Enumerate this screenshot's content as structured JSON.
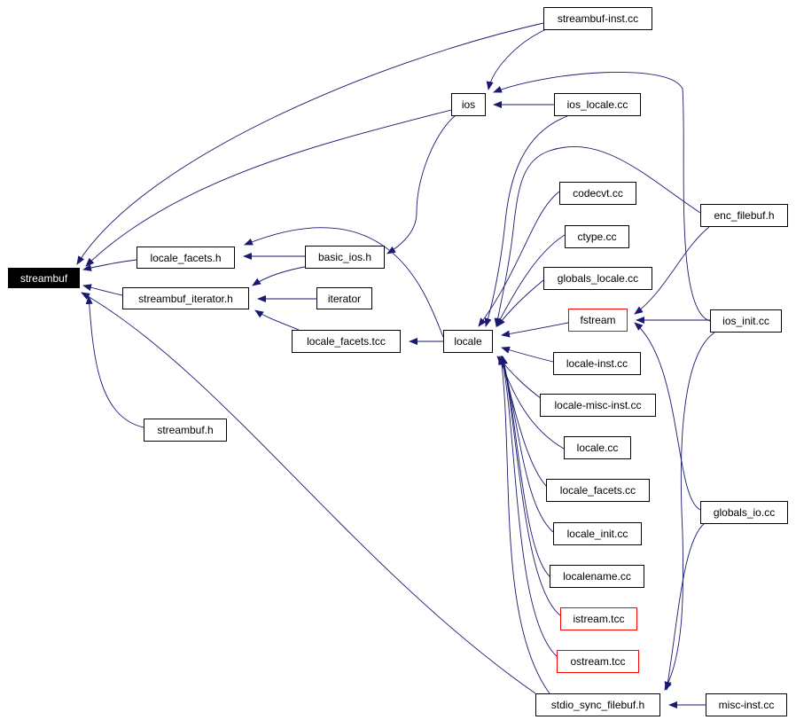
{
  "graph": {
    "edge_color": "#191970",
    "colors": {
      "linked_border": "#000000",
      "incomplete_border": "#ff0000",
      "root_fill": "#000000",
      "root_text": "#ffffff"
    },
    "nodes": [
      {
        "id": "streambuf",
        "label": "streambuf",
        "style": "root"
      },
      {
        "id": "locale_facets_h",
        "label": "locale_facets.h",
        "style": "normal"
      },
      {
        "id": "streambuf_iterator_h",
        "label": "streambuf_iterator.h",
        "style": "normal"
      },
      {
        "id": "streambuf_h",
        "label": "streambuf.h",
        "style": "normal"
      },
      {
        "id": "basic_ios_h",
        "label": "basic_ios.h",
        "style": "normal"
      },
      {
        "id": "iterator",
        "label": "iterator",
        "style": "normal"
      },
      {
        "id": "locale_facets_tcc",
        "label": "locale_facets.tcc",
        "style": "normal"
      },
      {
        "id": "ios",
        "label": "ios",
        "style": "normal"
      },
      {
        "id": "locale",
        "label": "locale",
        "style": "normal"
      },
      {
        "id": "streambuf_inst_cc",
        "label": "streambuf-inst.cc",
        "style": "normal"
      },
      {
        "id": "ios_locale_cc",
        "label": "ios_locale.cc",
        "style": "normal"
      },
      {
        "id": "codecvt_cc",
        "label": "codecvt.cc",
        "style": "normal"
      },
      {
        "id": "ctype_cc",
        "label": "ctype.cc",
        "style": "normal"
      },
      {
        "id": "globals_locale_cc",
        "label": "globals_locale.cc",
        "style": "normal"
      },
      {
        "id": "fstream",
        "label": "fstream",
        "style": "incomplete"
      },
      {
        "id": "locale_inst_cc",
        "label": "locale-inst.cc",
        "style": "normal"
      },
      {
        "id": "locale_misc_inst_cc",
        "label": "locale-misc-inst.cc",
        "style": "normal"
      },
      {
        "id": "locale_cc",
        "label": "locale.cc",
        "style": "normal"
      },
      {
        "id": "locale_facets_cc",
        "label": "locale_facets.cc",
        "style": "normal"
      },
      {
        "id": "locale_init_cc",
        "label": "locale_init.cc",
        "style": "normal"
      },
      {
        "id": "localename_cc",
        "label": "localename.cc",
        "style": "normal"
      },
      {
        "id": "istream_tcc",
        "label": "istream.tcc",
        "style": "incomplete"
      },
      {
        "id": "ostream_tcc",
        "label": "ostream.tcc",
        "style": "incomplete"
      },
      {
        "id": "stdio_sync_filebuf_h",
        "label": "stdio_sync_filebuf.h",
        "style": "normal"
      },
      {
        "id": "enc_filebuf_h",
        "label": "enc_filebuf.h",
        "style": "normal"
      },
      {
        "id": "ios_init_cc",
        "label": "ios_init.cc",
        "style": "normal"
      },
      {
        "id": "globals_io_cc",
        "label": "globals_io.cc",
        "style": "normal"
      },
      {
        "id": "misc_inst_cc",
        "label": "misc-inst.cc",
        "style": "normal"
      }
    ]
  }
}
